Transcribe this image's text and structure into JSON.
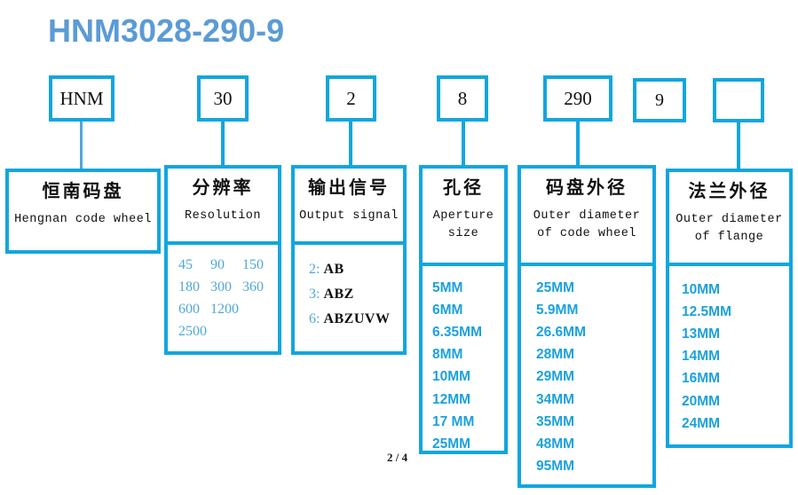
{
  "page": {
    "title": "HNM3028-290-9",
    "footer": "2 / 4",
    "accent_color": "#12a6de",
    "title_color": "#5b9bd5",
    "value_color": "#1ba1dd",
    "value_color_light": "#4fa8d8"
  },
  "code_boxes": [
    {
      "name": "code-hnm",
      "label": "HNM"
    },
    {
      "name": "code-resolution",
      "label": "30"
    },
    {
      "name": "code-signal",
      "label": "2"
    },
    {
      "name": "code-aperture",
      "label": "8"
    },
    {
      "name": "code-codewheel",
      "label": "290"
    },
    {
      "name": "code-nine",
      "label": "9"
    },
    {
      "name": "code-blank",
      "label": ""
    }
  ],
  "categories": [
    {
      "name": "brand",
      "cn": "恒南码盘",
      "en": "Hengnan code wheel",
      "en_lines": [
        "Hengnan code wheel"
      ],
      "values": []
    },
    {
      "name": "resolution",
      "cn": "分辨率",
      "en": "Resolution",
      "en_lines": [
        "Resolution"
      ],
      "values": [
        "45",
        "90",
        "150",
        "180",
        "300",
        "360",
        "600",
        "1200",
        "2500"
      ]
    },
    {
      "name": "output-signal",
      "cn": "输出信号",
      "en": "Output signal",
      "en_lines": [
        "Output signal"
      ],
      "pairs": [
        {
          "code": "2:",
          "value": "AB"
        },
        {
          "code": "3:",
          "value": "ABZ"
        },
        {
          "code": "6:",
          "value": "ABZUVW"
        }
      ]
    },
    {
      "name": "aperture-size",
      "cn": "孔径",
      "en": "Aperture size",
      "en_lines": [
        "Aperture",
        "size"
      ],
      "values": [
        "5MM",
        "6MM",
        "6.35MM",
        "8MM",
        "10MM",
        "12MM",
        "17 MM",
        "25MM"
      ]
    },
    {
      "name": "code-wheel-outer-diameter",
      "cn": "码盘外径",
      "en": "Outer diameter of code wheel",
      "en_lines": [
        "Outer diameter",
        "of code wheel"
      ],
      "values": [
        "25MM",
        "5.9MM",
        "26.6MM",
        "28MM",
        "29MM",
        "34MM",
        "35MM",
        "48MM",
        "95MM"
      ]
    },
    {
      "name": "flange-outer-diameter",
      "cn": "法兰外径",
      "en": "Outer diameter of flange",
      "en_lines": [
        "Outer diameter",
        "of flange"
      ],
      "values": [
        "10MM",
        "12.5MM",
        "13MM",
        "14MM",
        "16MM",
        "20MM",
        "24MM"
      ]
    }
  ]
}
